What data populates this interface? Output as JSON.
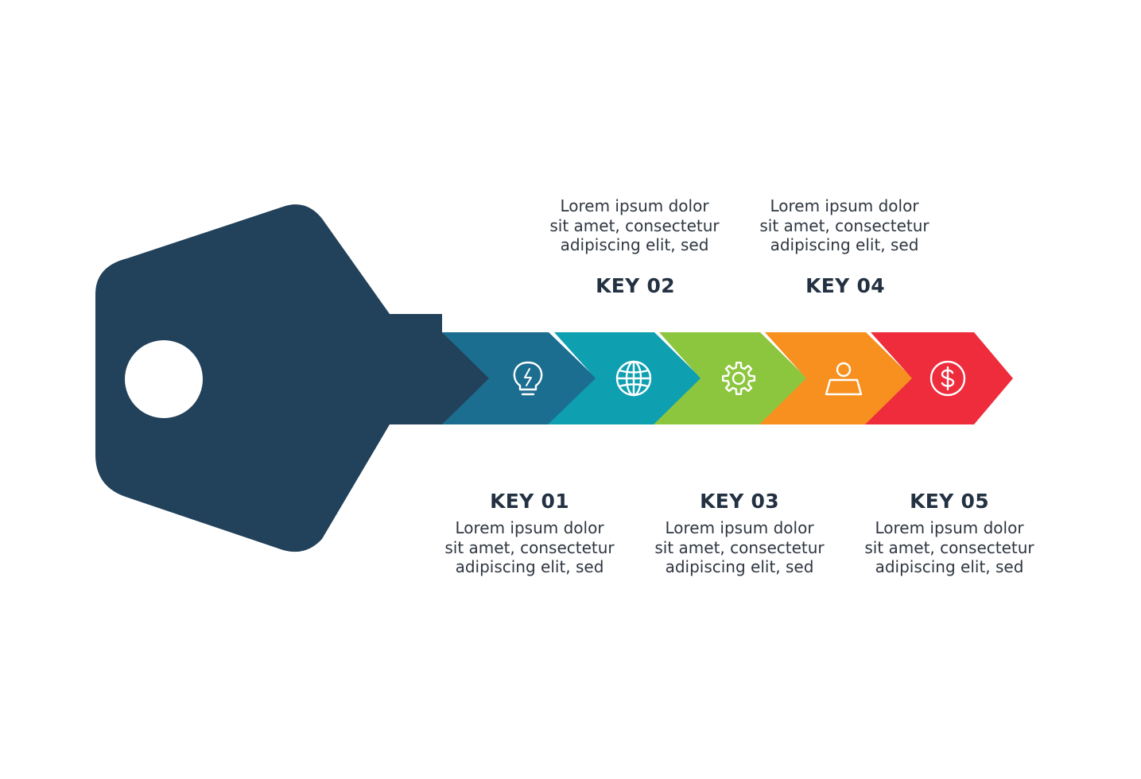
{
  "colors": {
    "key_head": "#22415A",
    "background": "#FFFFFF",
    "text_dark": "#233142"
  },
  "steps": [
    {
      "title": "KEY 01",
      "icon": "lightbulb-icon",
      "color": "#1C6E91",
      "text": [
        "Lorem ipsum dolor",
        "sit amet, consectetur",
        "adipiscing elit, sed"
      ]
    },
    {
      "title": "KEY 02",
      "icon": "globe-icon",
      "color": "#0E9FB0",
      "text": [
        "Lorem ipsum dolor",
        "sit amet, consectetur",
        "adipiscing elit, sed"
      ]
    },
    {
      "title": "KEY 03",
      "icon": "gear-icon",
      "color": "#8CC63F",
      "text": [
        "Lorem ipsum dolor",
        "sit amet, consectetur",
        "adipiscing elit, sed"
      ]
    },
    {
      "title": "KEY 04",
      "icon": "user-icon",
      "color": "#F7901E",
      "text": [
        "Lorem ipsum dolor",
        "sit amet, consectetur",
        "adipiscing elit, sed"
      ]
    },
    {
      "title": "KEY 05",
      "icon": "dollar-icon",
      "color": "#EE2C3C",
      "text": [
        "Lorem ipsum dolor",
        "sit amet, consectetur",
        "adipiscing elit, sed"
      ]
    }
  ]
}
